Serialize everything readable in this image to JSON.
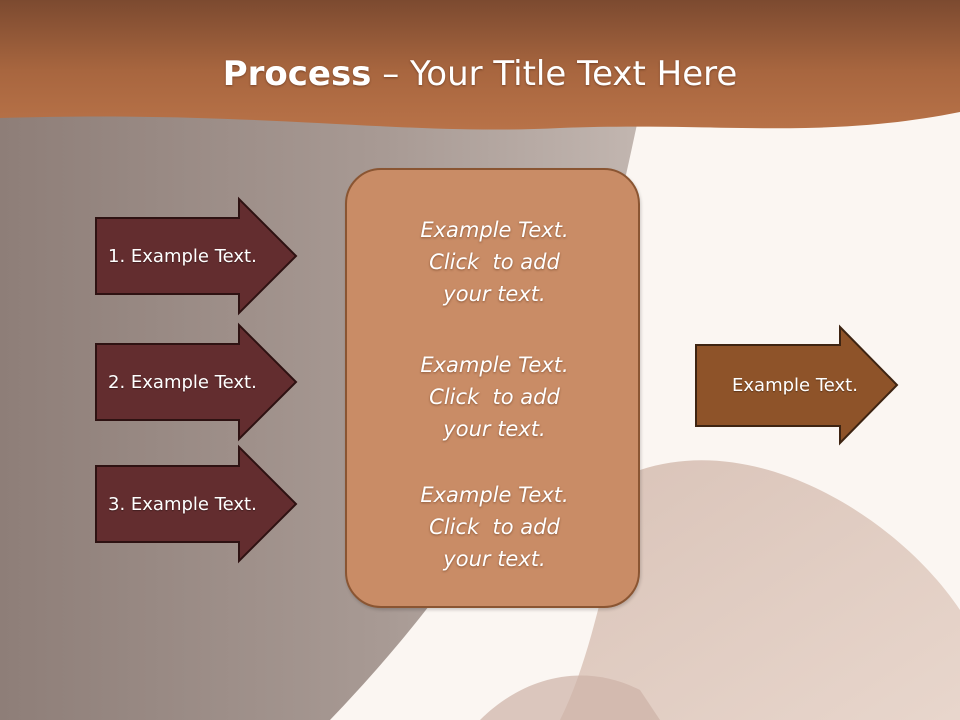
{
  "slide": {
    "title_bold": "Process",
    "title_rest": " – Your Title Text Here",
    "colors": {
      "header": "#a4603c",
      "left_arrow_fill": "#632d2f",
      "center_box_fill": "#c98c66",
      "right_arrow_fill": "#8e5329"
    },
    "left_arrows": [
      {
        "label": "1. Example Text."
      },
      {
        "label": "2. Example Text."
      },
      {
        "label": "3. Example Text."
      }
    ],
    "center_blocks": [
      {
        "line1": "Example Text.",
        "line2": "Click  to add",
        "line3": "your text."
      },
      {
        "line1": "Example Text.",
        "line2": "Click  to add",
        "line3": "your text."
      },
      {
        "line1": "Example Text.",
        "line2": "Click  to add",
        "line3": "your text."
      }
    ],
    "right_arrow": {
      "label": "Example Text."
    }
  }
}
